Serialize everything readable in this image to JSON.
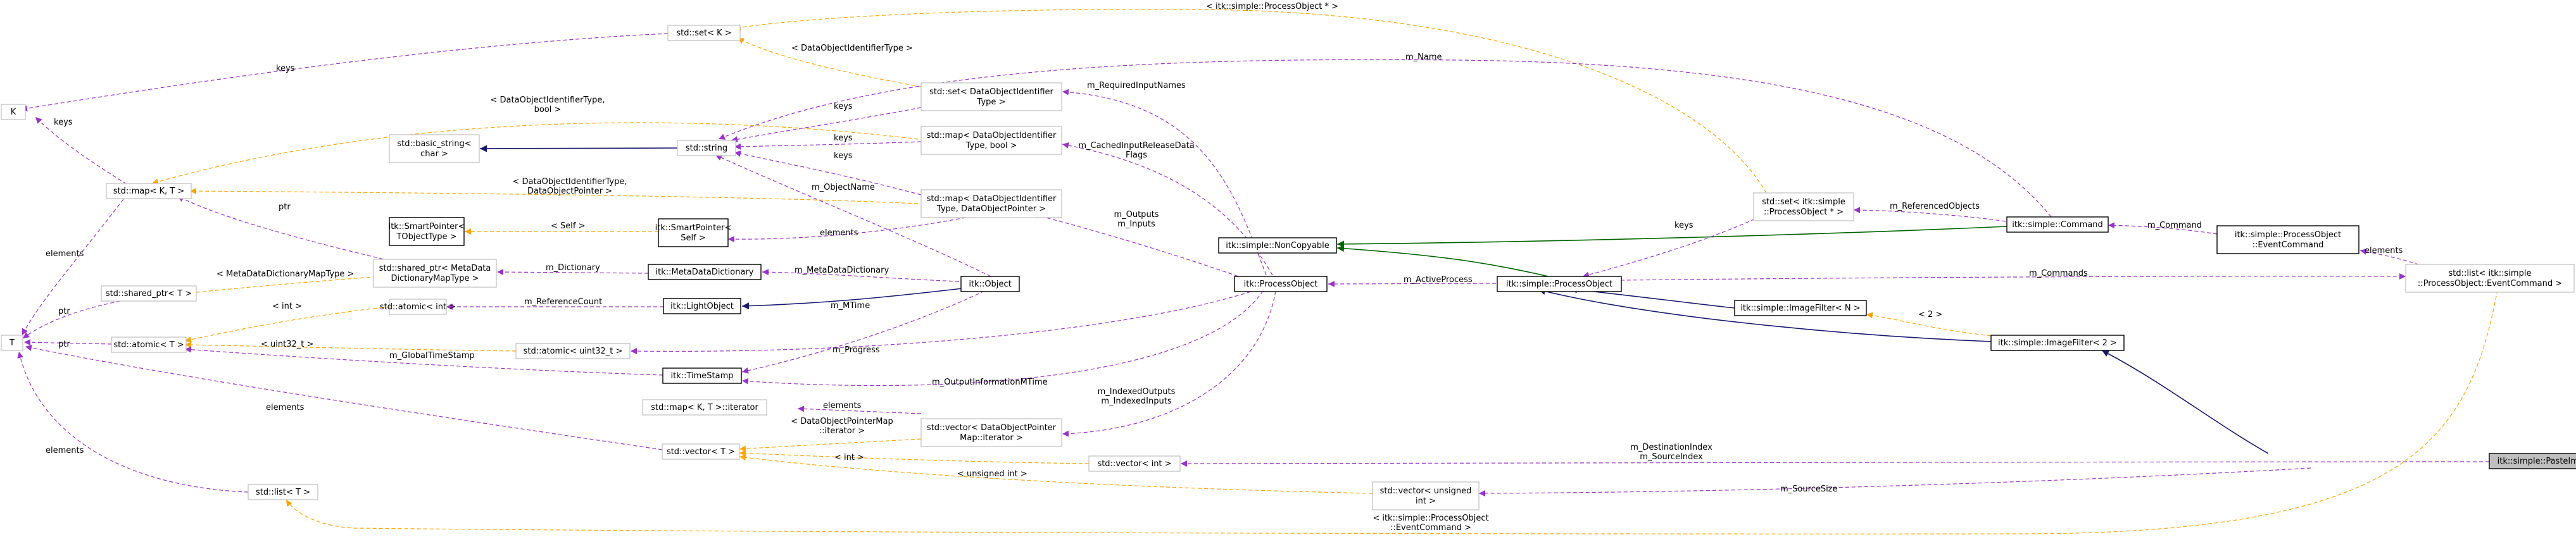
{
  "nodes": {
    "K": "K",
    "T": "T",
    "set_K": "std::set< K >",
    "map_KT": "std::map< K, T >",
    "basic_string": [
      "std::basic_string<",
      "char >"
    ],
    "string": "std::string",
    "shared_ptr_T": "std::shared_ptr< T >",
    "atomic_T": "std::atomic< T >",
    "itk_sp_T": [
      "itk::SmartPointer<",
      "TObjectType >"
    ],
    "itk_sp_self": [
      "itk::SmartPointer<",
      "Self >"
    ],
    "shared_ptr_mdd": [
      "std::shared_ptr< MetaData",
      "DictionaryMapType >"
    ],
    "metadatadictionary": "itk::MetaDataDictionary",
    "atomic_int": "std::atomic< int >",
    "lightobject": "itk::LightObject",
    "atomic_uint32": "std::atomic< uint32_t >",
    "timestamp": "itk::TimeStamp",
    "map_iterator": "std::map< K, T >::iterator",
    "vector_T": "std::vector< T >",
    "list_T": "std::list< T >",
    "set_doid": [
      "std::set< DataObjectIdentifier",
      "Type >"
    ],
    "map_doid_bool": [
      "std::map< DataObjectIdentifier",
      "Type, bool >"
    ],
    "map_doid_dop": [
      "std::map< DataObjectIdentifier",
      "Type, DataObjectPointer >"
    ],
    "vector_dopmap": [
      "std::vector< DataObjectPointer",
      "Map::iterator >"
    ],
    "itk_object": "itk::Object",
    "itk_processobject": "itk::ProcessObject",
    "noncopyable": "itk::simple::NonCopyable",
    "set_spo": [
      "std::set< itk::simple",
      "::ProcessObject * >"
    ],
    "simple_processobject": "itk::simple::ProcessObject",
    "simple_command": "itk::simple::Command",
    "imagefilter_N": "itk::simple::ImageFilter< N >",
    "imagefilter_2": "itk::simple::ImageFilter< 2 >",
    "po_eventcommand": [
      "itk::simple::ProcessObject",
      "::EventCommand"
    ],
    "list_eventcommand": [
      "std::list< itk::simple",
      "::ProcessObject::EventCommand >"
    ],
    "vector_int": "std::vector< int >",
    "vector_uint": [
      "std::vector< unsigned",
      "int >"
    ],
    "pasteimagefilter": "itk::simple::PasteImageFilter"
  },
  "edge_labels": {
    "keys_setK_K": "keys",
    "keys_map_K": "keys",
    "elements_map_T": "elements",
    "ptr_shared_T": "ptr",
    "ptr_atomic_T": "ptr",
    "elements_list_T": "elements",
    "elements_vector_T": "elements",
    "doid_setK": "< DataObjectIdentifierType >",
    "spo_setK": "< itk::simple::ProcessObject * >",
    "m_Name": "m_Name",
    "doid_bool_map": [
      "< DataObjectIdentifierType,",
      "bool >"
    ],
    "doid_dop_map": [
      "< DataObjectIdentifierType,",
      "DataObjectPointer >"
    ],
    "keys_set_doid": "keys",
    "keys_map_doid_bool": "keys",
    "keys_map_doid_dop": "keys",
    "ptr_sp_mdd": "ptr",
    "self_sp": "< Self >",
    "elements_sp_self": "elements",
    "mdd_type": "< MetaDataDictionaryMapType >",
    "m_Dictionary": "m_Dictionary",
    "m_MetaDataDictionary": "m_MetaDataDictionary",
    "int_atomic": "< int >",
    "m_ReferenceCount": "m_ReferenceCount",
    "uint32_atomic": "< uint32_t >",
    "m_GlobalTimeStamp": "m_GlobalTimeStamp",
    "m_MTime": "m_MTime",
    "m_ObjectName": "m_ObjectName",
    "m_Progress": "m_Progress",
    "m_OutputInformationMTime": "m_OutputInformationMTime",
    "m_RequiredInputNames": "m_RequiredInputNames",
    "m_CachedInputReleaseDataFlags": [
      "m_CachedInputReleaseData",
      "Flags"
    ],
    "m_Outputs_Inputs": [
      "m_Outputs",
      "m_Inputs"
    ],
    "m_IndexedOutputs_Inputs": [
      "m_IndexedOutputs",
      "m_IndexedInputs"
    ],
    "elements_vector_map": "elements",
    "dopmap_iterator": [
      "< DataObjectPointerMap",
      "::iterator >"
    ],
    "int_vector": "< int >",
    "uint_vector": "< unsigned int >",
    "m_ActiveProcess": "m_ActiveProcess",
    "keys_set_spo": "keys",
    "m_ReferencedObjects": "m_ReferencedObjects",
    "m_Command": "m_Command",
    "elements_list_ec": "elements",
    "m_Commands": "m_Commands",
    "two_if": "< 2 >",
    "m_Dest_Source": [
      "m_DestinationIndex",
      "m_SourceIndex"
    ],
    "m_SourceSize": "m_SourceSize",
    "ec_list": [
      "< itk::simple::ProcessObject",
      "::EventCommand >"
    ]
  },
  "colors": {
    "usage_edge": "#9a32cd",
    "template_edge": "#ffa500",
    "inheritance_edge": "#191970",
    "private_inheritance_edge": "#006400",
    "grey_border": "#bfbfbf",
    "selected_fill": "#bfbfbf"
  }
}
